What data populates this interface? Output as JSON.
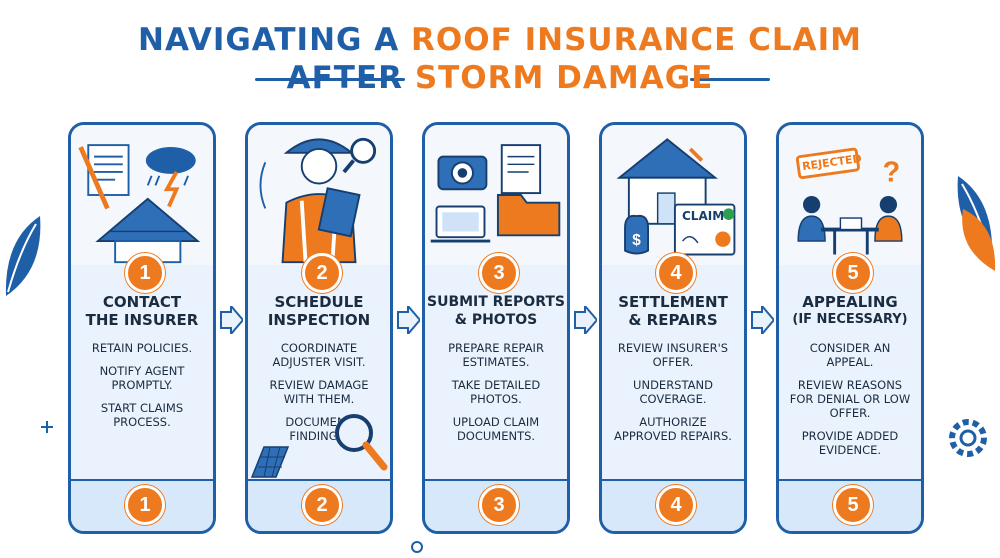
{
  "title": {
    "line1_a": "NAVIGATING A",
    "line1_b": "ROOF INSURANCE CLAIM",
    "line2_a": "AFTER",
    "line2_b": "STORM DAMAGE"
  },
  "colors": {
    "primary": "#1f5fa8",
    "accent": "#ee7a1f",
    "panel": "#eaf3fd"
  },
  "steps": [
    {
      "number": "1",
      "heading_1": "CONTACT",
      "heading_2": "THE INSURER",
      "bullets": [
        "RETAIN POLICIES.",
        "NOTIFY AGENT PROMPTLY.",
        "START CLAIMS PROCESS."
      ],
      "icon": "storm-house-icon"
    },
    {
      "number": "2",
      "heading_1": "SCHEDULE",
      "heading_2": "INSPECTION",
      "bullets": [
        "COORDINATE ADJUSTER VISIT.",
        "REVIEW DAMAGE WITH THEM.",
        "DOCUMENT FINDINGS."
      ],
      "icon": "adjuster-icon"
    },
    {
      "number": "3",
      "heading_1": "SUBMIT REPORTS",
      "heading_2": "& PHOTOS",
      "bullets": [
        "PREPARE REPAIR ESTIMATES.",
        "TAKE DETAILED PHOTOS.",
        "UPLOAD CLAIM DOCUMENTS."
      ],
      "icon": "camera-folder-icon"
    },
    {
      "number": "4",
      "heading_1": "SETTLEMENT",
      "heading_2": "& REPAIRS",
      "bullets": [
        "REVIEW INSURER'S OFFER.",
        "UNDERSTAND COVERAGE.",
        "AUTHORIZE APPROVED REPAIRS."
      ],
      "icon": "house-repair-icon",
      "claim_label": "CLAIM"
    },
    {
      "number": "5",
      "heading_1": "APPEALING",
      "heading_2": "(IF NECESSARY)",
      "bullets": [
        "CONSIDER AN APPEAL.",
        "REVIEW REASONS FOR DENIAL OR LOW OFFER.",
        "PROVIDE ADDED EVIDENCE."
      ],
      "icon": "meeting-icon",
      "stamp_label": "REJECTED"
    }
  ]
}
